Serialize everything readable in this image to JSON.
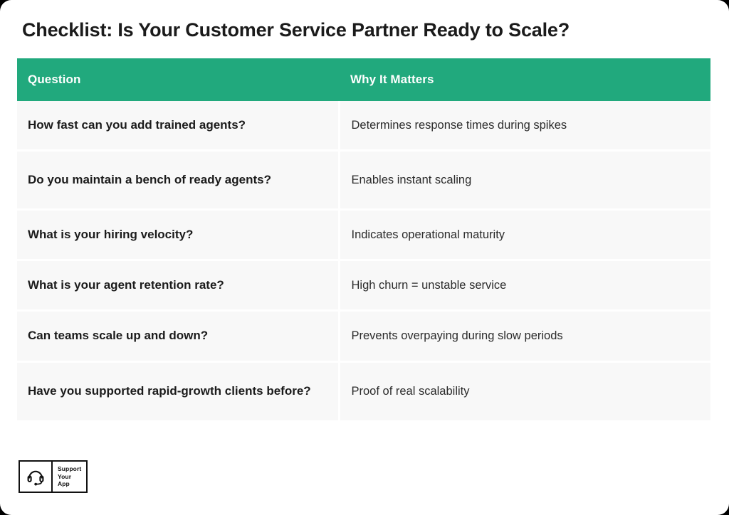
{
  "page": {
    "title": "Checklist: Is Your Customer Service Partner Ready to Scale?",
    "background_color": "#000000",
    "card_color": "#ffffff"
  },
  "table": {
    "accent_color": "#21a97d",
    "row_color": "#f8f8f8",
    "headers": {
      "question": "Question",
      "why_it_matters": "Why It Matters"
    },
    "rows": [
      {
        "question": "How fast can you add trained agents?",
        "why_it_matters": "Determines response times during spikes"
      },
      {
        "question": "Do you maintain a bench of ready agents?",
        "why_it_matters": "Enables instant scaling"
      },
      {
        "question": "What is your hiring velocity?",
        "why_it_matters": "Indicates operational maturity"
      },
      {
        "question": "What is your agent retention rate?",
        "why_it_matters": "High churn = unstable service"
      },
      {
        "question": "Can teams scale up and down?",
        "why_it_matters": "Prevents overpaying during slow periods"
      },
      {
        "question": "Have you supported rapid-growth clients before?",
        "why_it_matters": "Proof of real scalability"
      }
    ]
  },
  "logo": {
    "icon": "headset-icon",
    "line1": "Support",
    "line2": "Your",
    "line3": "App"
  }
}
